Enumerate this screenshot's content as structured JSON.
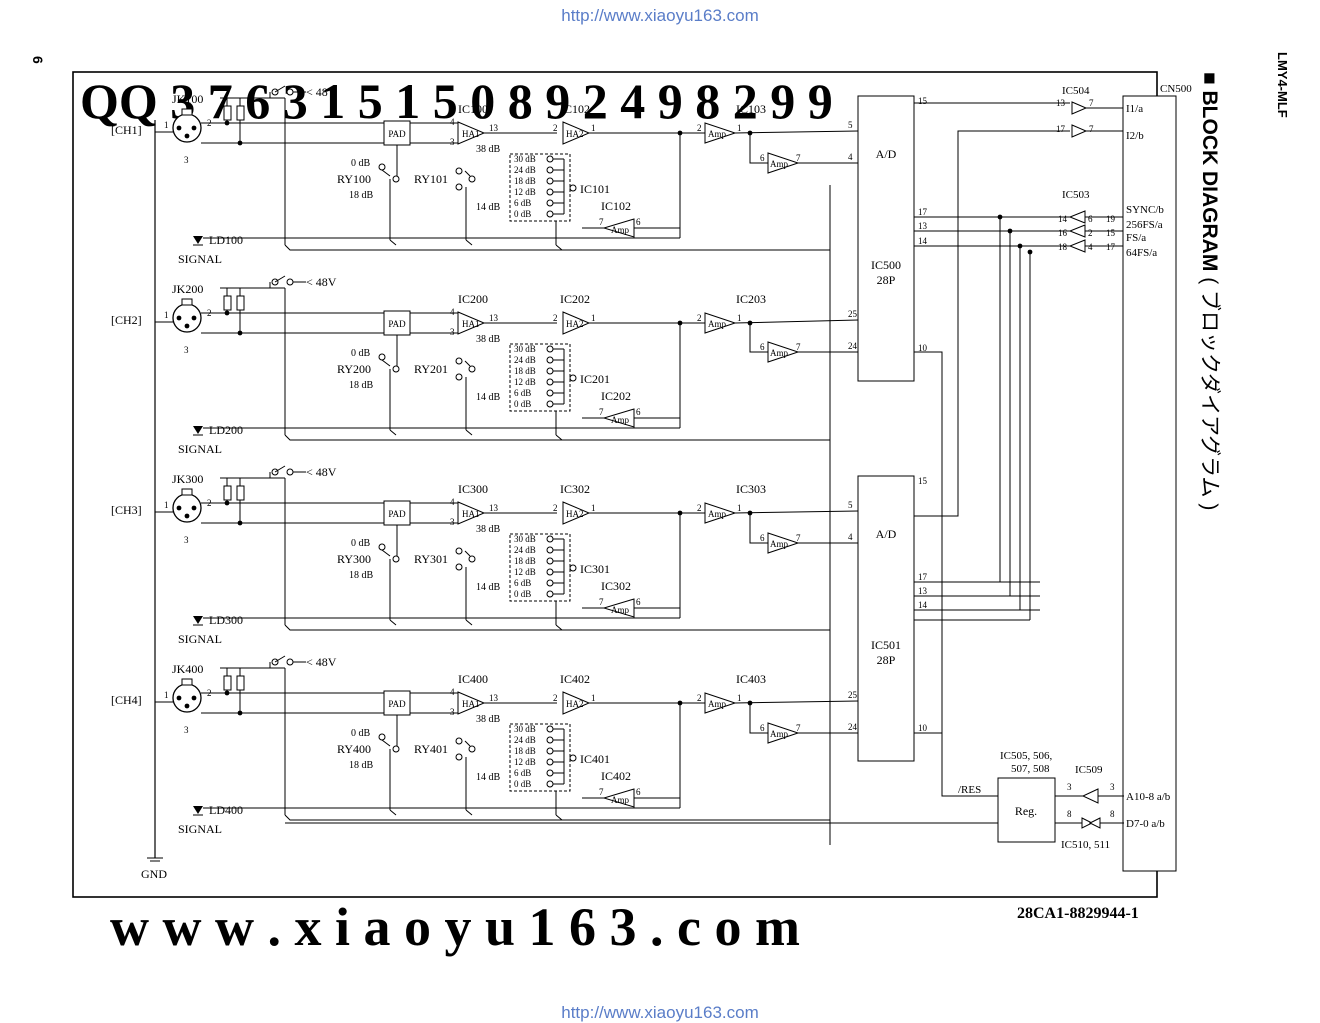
{
  "watermark": {
    "url_top": "http://www.xiaoyu163.com",
    "url_bottom": "http://www.xiaoyu163.com",
    "big_bottom": "w w w . x i a o y u 1 6 3 . c o m",
    "big_top": "QQ 3 7 6 3 1 5 1 5 0   8 9 2 4 9 8 2 9 9"
  },
  "page": {
    "number": "6",
    "model": "LMY4-MLF",
    "title": "■ BLOCK DIAGRAM",
    "title_jp": "( ブロックダイアグラム )",
    "drawing_number": "28CA1-8829944-1"
  },
  "labels": {
    "phantom": "48V",
    "pad": "PAD",
    "ha1": "HA1",
    "ha2": "HA2",
    "amp": "Amp",
    "pad_0db": "0 dB",
    "pad_18db": "18 dB",
    "gain_38db": "38 dB",
    "gain_14db": "14 dB",
    "gain_steps": [
      "30 dB",
      "24 dB",
      "18 dB",
      "12 dB",
      "6 dB",
      "0 dB"
    ],
    "signal": "SIGNAL",
    "ad": "A/D",
    "ad_pins": "28P",
    "gnd": "GND",
    "cn500": "CN500",
    "reg": "Reg.",
    "res": "/RES"
  },
  "channels": [
    {
      "name": "[CH1]",
      "jack": "JK100",
      "led": "LD100",
      "pad_relay": "RY100",
      "gain_relay": "RY101",
      "ha1": "IC100",
      "ha2": "IC102",
      "gain_sw": "IC101",
      "amp": "IC103",
      "fb_amp": "IC102"
    },
    {
      "name": "[CH2]",
      "jack": "JK200",
      "led": "LD200",
      "pad_relay": "RY200",
      "gain_relay": "RY201",
      "ha1": "IC200",
      "ha2": "IC202",
      "gain_sw": "IC201",
      "amp": "IC203",
      "fb_amp": "IC202"
    },
    {
      "name": "[CH3]",
      "jack": "JK300",
      "led": "LD300",
      "pad_relay": "RY300",
      "gain_relay": "RY301",
      "ha1": "IC300",
      "ha2": "IC302",
      "gain_sw": "IC301",
      "amp": "IC303",
      "fb_amp": "IC302"
    },
    {
      "name": "[CH4]",
      "jack": "JK400",
      "led": "LD400",
      "pad_relay": "RY400",
      "gain_relay": "RY401",
      "ha1": "IC400",
      "ha2": "IC402",
      "gain_sw": "IC401",
      "amp": "IC403",
      "fb_amp": "IC402"
    }
  ],
  "converters": [
    {
      "name": "IC500"
    },
    {
      "name": "IC501"
    }
  ],
  "digital": {
    "ic504": "IC504",
    "ic503": "IC503",
    "ic509": "IC509",
    "ic505": "IC505, 506,",
    "ic505b": "507, 508",
    "ic510": "IC510, 511",
    "signals": [
      "I1/a",
      "I2/b",
      "SYNC/b",
      "256FS/a",
      "FS/a",
      "64FS/a",
      "A10-8 a/b",
      "D7-0 a/b"
    ]
  }
}
